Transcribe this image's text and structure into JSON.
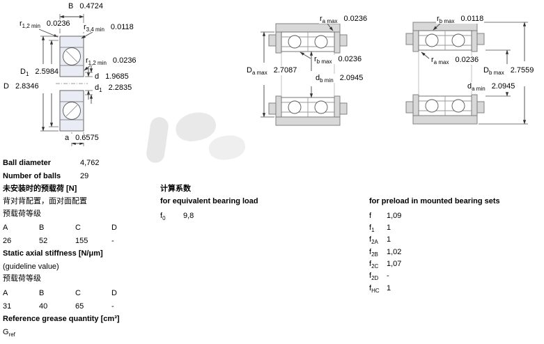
{
  "colors": {
    "section_tint": "#e9ecf5",
    "steel_gray": "#d8d8d8",
    "line": "#444444"
  },
  "diagrams": {
    "left": {
      "labels": {
        "B": {
          "base": "B",
          "sub": "",
          "value": "0.4724"
        },
        "r12_top": {
          "base": "r",
          "sub": "1,2 min",
          "value": "0.0236"
        },
        "r34_top": {
          "base": "r",
          "sub": "3,4 min",
          "value": "0.0118"
        },
        "r12_right": {
          "base": "r",
          "sub": "1,2 min",
          "value": "0.0236"
        },
        "D1": {
          "base": "D",
          "sub": "1",
          "value": "2.5984"
        },
        "D": {
          "base": "D",
          "sub": "",
          "value": "2.8346"
        },
        "d": {
          "base": "d",
          "sub": "",
          "value": "1.9685"
        },
        "d1": {
          "base": "d",
          "sub": "1",
          "value": "2.2835"
        },
        "a": {
          "base": "a",
          "sub": "",
          "value": "0.6575"
        }
      }
    },
    "middle": {
      "labels": {
        "ra": {
          "base": "r",
          "sub": "a max",
          "value": "0.0236"
        },
        "Da": {
          "base": "D",
          "sub": "a max",
          "value": "2.7087"
        },
        "rb": {
          "base": "r",
          "sub": "b max",
          "value": "0.0236"
        },
        "db": {
          "base": "d",
          "sub": "b min",
          "value": "2.0945"
        }
      }
    },
    "right": {
      "labels": {
        "rb": {
          "base": "r",
          "sub": "b max",
          "value": "0.0118"
        },
        "ra": {
          "base": "r",
          "sub": "a max",
          "value": "0.0236"
        },
        "Db": {
          "base": "D",
          "sub": "b max",
          "value": "2.7559"
        },
        "da": {
          "base": "d",
          "sub": "a min",
          "value": "2.0945"
        }
      }
    }
  },
  "specs": {
    "ball_diameter": {
      "label": "Ball diameter",
      "value": "4,762"
    },
    "number_of_balls": {
      "label": "Number of balls",
      "value": "29"
    },
    "preload_section": {
      "heading": "未安装时的预载荷 [N]",
      "subheading": "背对背配置，面对面配置",
      "class_label": "预载荷等级",
      "columns": [
        "A",
        "B",
        "C",
        "D"
      ],
      "values": [
        "26",
        "52",
        "155",
        "-"
      ]
    },
    "stiffness_section": {
      "heading": "Static axial stiffness [N/μm]",
      "note": "(guideline value)",
      "class_label": "预载荷等级",
      "columns": [
        "A",
        "B",
        "C",
        "D"
      ],
      "values": [
        "31",
        "40",
        "65",
        "-"
      ]
    },
    "grease_section": {
      "heading": "Reference grease quantity [cm³]",
      "symbol": {
        "base": "G",
        "sub": "ref"
      }
    }
  },
  "calc": {
    "heading": "计算系数",
    "equivalent_load": {
      "heading": "for equivalent bearing load",
      "rows": [
        {
          "base": "f",
          "sub": "0",
          "value": "9,8"
        }
      ]
    },
    "preload_factors": {
      "heading": "for preload in mounted bearing sets",
      "rows": [
        {
          "base": "f",
          "sub": "",
          "value": "1,09"
        },
        {
          "base": "f",
          "sub": "1",
          "value": "1"
        },
        {
          "base": "f",
          "sub": "2A",
          "value": "1"
        },
        {
          "base": "f",
          "sub": "2B",
          "value": "1,02"
        },
        {
          "base": "f",
          "sub": "2C",
          "value": "1,07"
        },
        {
          "base": "f",
          "sub": "2D",
          "value": "-"
        },
        {
          "base": "f",
          "sub": "HC",
          "value": "1"
        }
      ]
    }
  }
}
